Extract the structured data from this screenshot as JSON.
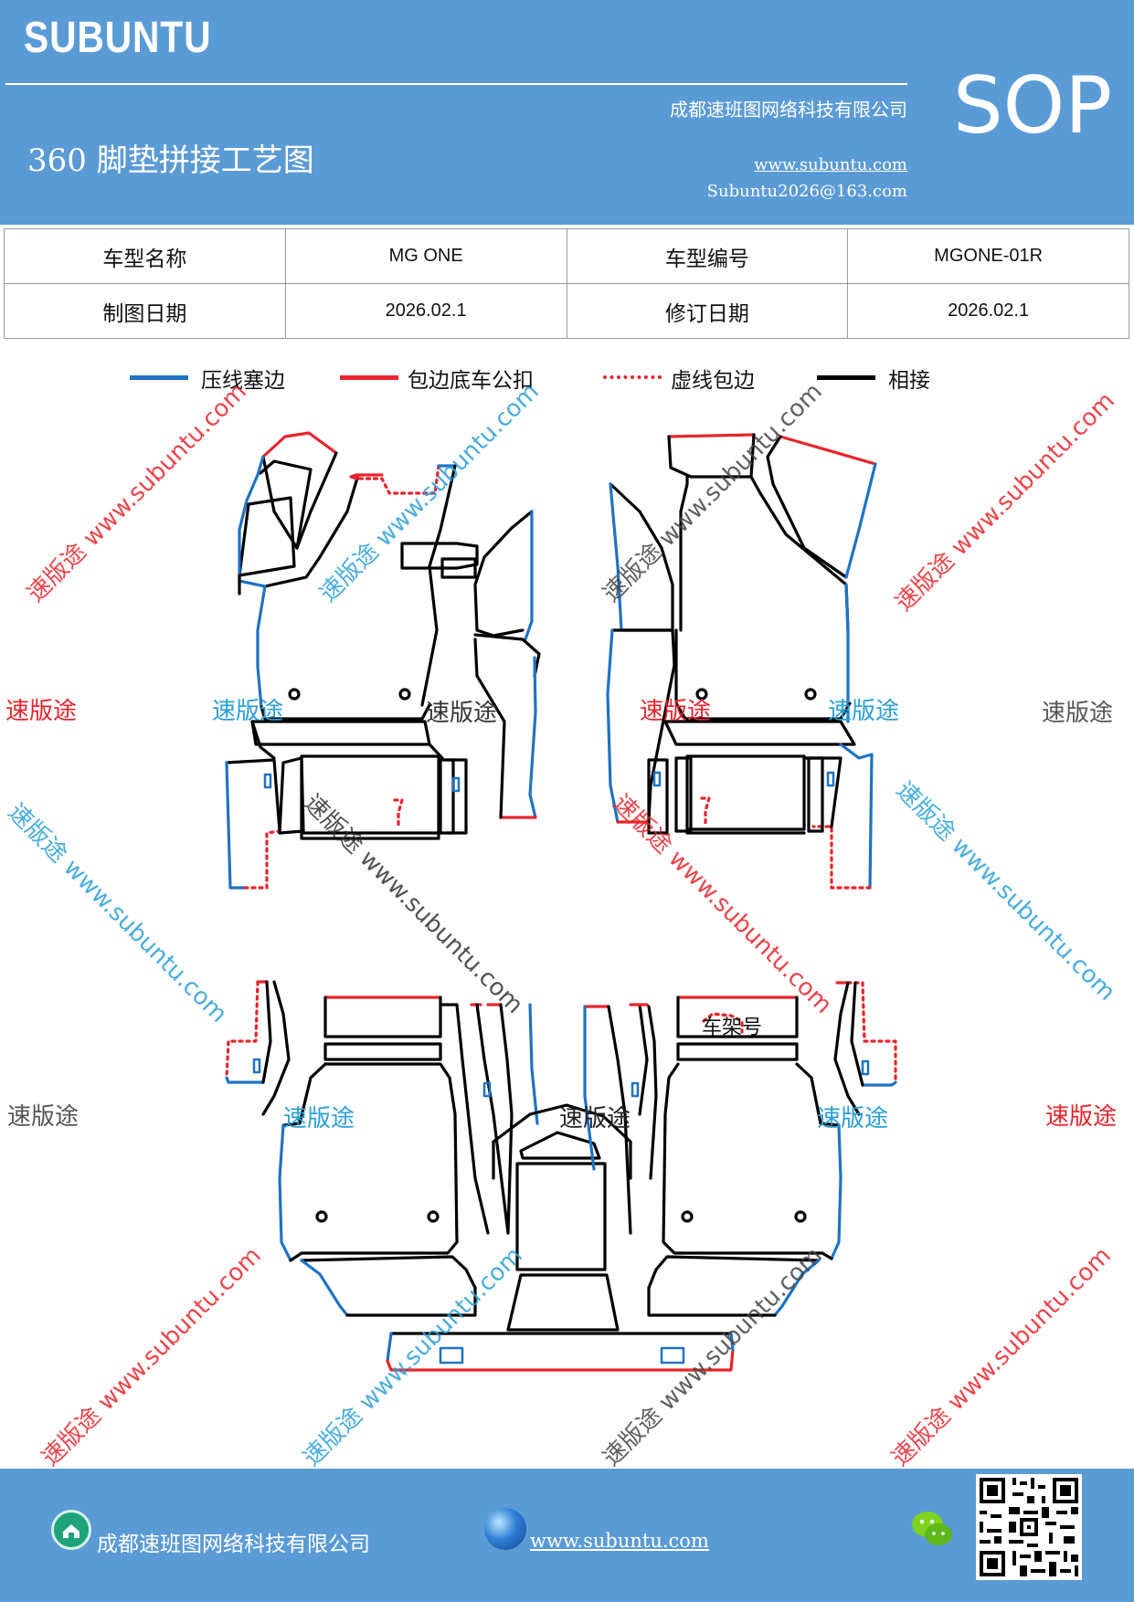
{
  "header": {
    "logo": "SUBUNTU",
    "company": "成都速班图网络科技有限公司",
    "title": "360 脚垫拼接工艺图",
    "website": "www.subuntu.com",
    "email": "Subuntu2026@163.com",
    "badge": "SOP"
  },
  "info_table": {
    "row1": {
      "label1": "车型名称",
      "value1": "MG ONE",
      "label2": "车型编号",
      "value2": "MGONE-01R"
    },
    "row2": {
      "label1": "制图日期",
      "value1": "2026.02.1",
      "label2": "修订日期",
      "value2": "2026.02.1"
    }
  },
  "legend": {
    "items": [
      {
        "label": "压线塞边",
        "color": "#1f72c4",
        "style": "solid"
      },
      {
        "label": "包边底车公扣",
        "color": "#e8242b",
        "style": "solid"
      },
      {
        "label": "虚线包边",
        "color": "#e8242b",
        "style": "dotted"
      },
      {
        "label": "相接",
        "color": "#000000",
        "style": "solid"
      }
    ]
  },
  "diagram": {
    "frame_label": "车架号"
  },
  "watermarks": {
    "short": "速版途",
    "long": "速版途 www.subuntu.com"
  },
  "colors": {
    "header_bg": "#5b9bd5",
    "blue_line": "#1f72c4",
    "red_line": "#e8242b",
    "black_line": "#000000",
    "wm_red": "#e8242b",
    "wm_blue": "#2a9fd8",
    "wm_gray": "#555555"
  },
  "footer": {
    "company": "成都速班图网络科技有限公司",
    "website": "www.subuntu.com "
  },
  "icons": {
    "house": "house-icon",
    "globe": "globe-icon",
    "wechat": "wechat-icon",
    "qr": "qr-code"
  }
}
